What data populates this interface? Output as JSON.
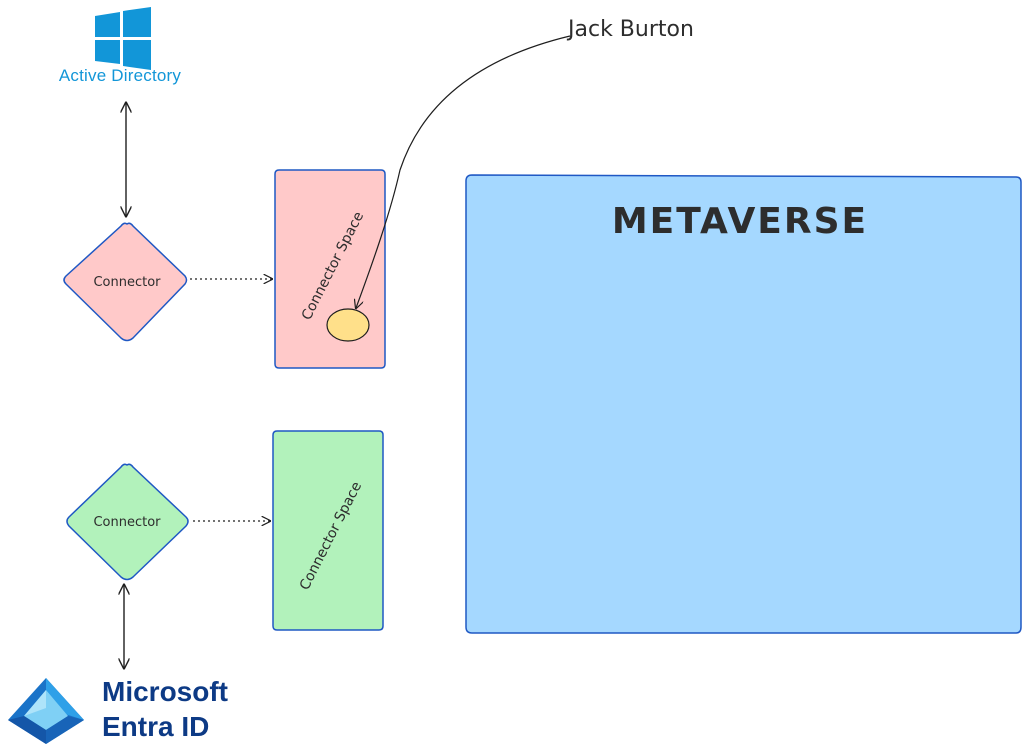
{
  "sources": {
    "active_directory": {
      "label": "Active Directory",
      "icon": "windows-logo-icon"
    },
    "entra": {
      "line1": "Microsoft",
      "line2": "Entra ID",
      "icon": "entra-id-logo-icon"
    }
  },
  "connectors": {
    "top": {
      "label": "Connector"
    },
    "bottom": {
      "label": "Connector"
    }
  },
  "connector_spaces": {
    "top": {
      "label": "Connector Space"
    },
    "bottom": {
      "label": "Connector Space"
    }
  },
  "metaverse": {
    "title": "METAVERSE"
  },
  "annotation": {
    "label": "Jack Burton"
  },
  "colors": {
    "pink_fill": "#ffc9c9",
    "green_fill": "#b2f2bb",
    "blue_fill": "#a5d8ff",
    "stroke_blue": "#1f58c4",
    "object_fill": "#ffe08a",
    "windows_blue": "#1296d8",
    "entra_blue": "#0d3a85"
  }
}
